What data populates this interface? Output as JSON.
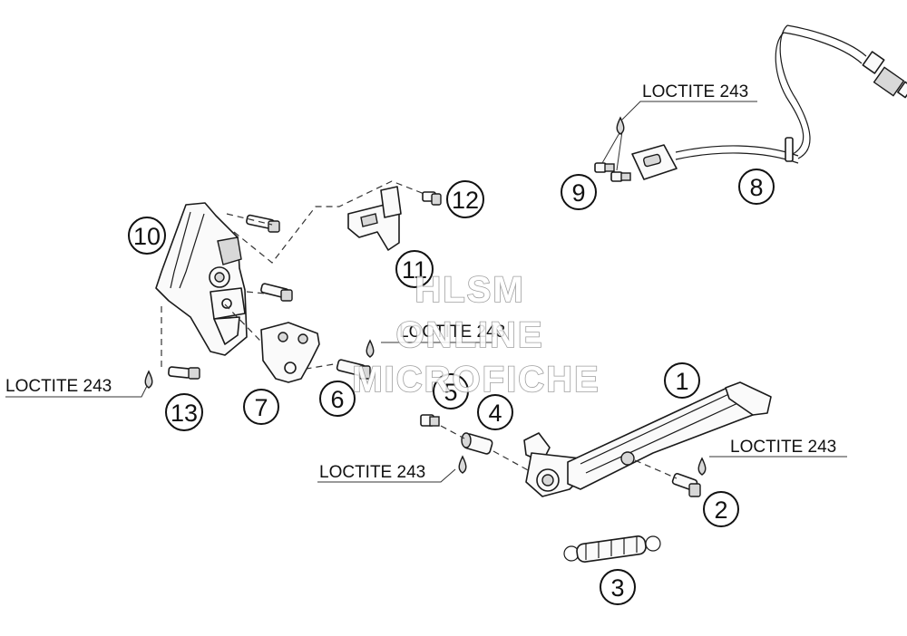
{
  "callouts": {
    "loctite_top": "LOCTITE 243",
    "loctite_mid": "LOCTITE 243",
    "loctite_left": "LOCTITE 243",
    "loctite_bottom": "LOCTITE 243",
    "loctite_right": "LOCTITE 243"
  },
  "part_numbers": {
    "p1": "1",
    "p2": "2",
    "p3": "3",
    "p4": "4",
    "p5": "5",
    "p6": "6",
    "p7": "7",
    "p8": "8",
    "p9": "9",
    "p10": "10",
    "p11": "11",
    "p12": "12",
    "p13": "13"
  },
  "watermark": {
    "line1": "HLSM",
    "line2": "ONLINE",
    "line3": "MICROFICHE"
  }
}
